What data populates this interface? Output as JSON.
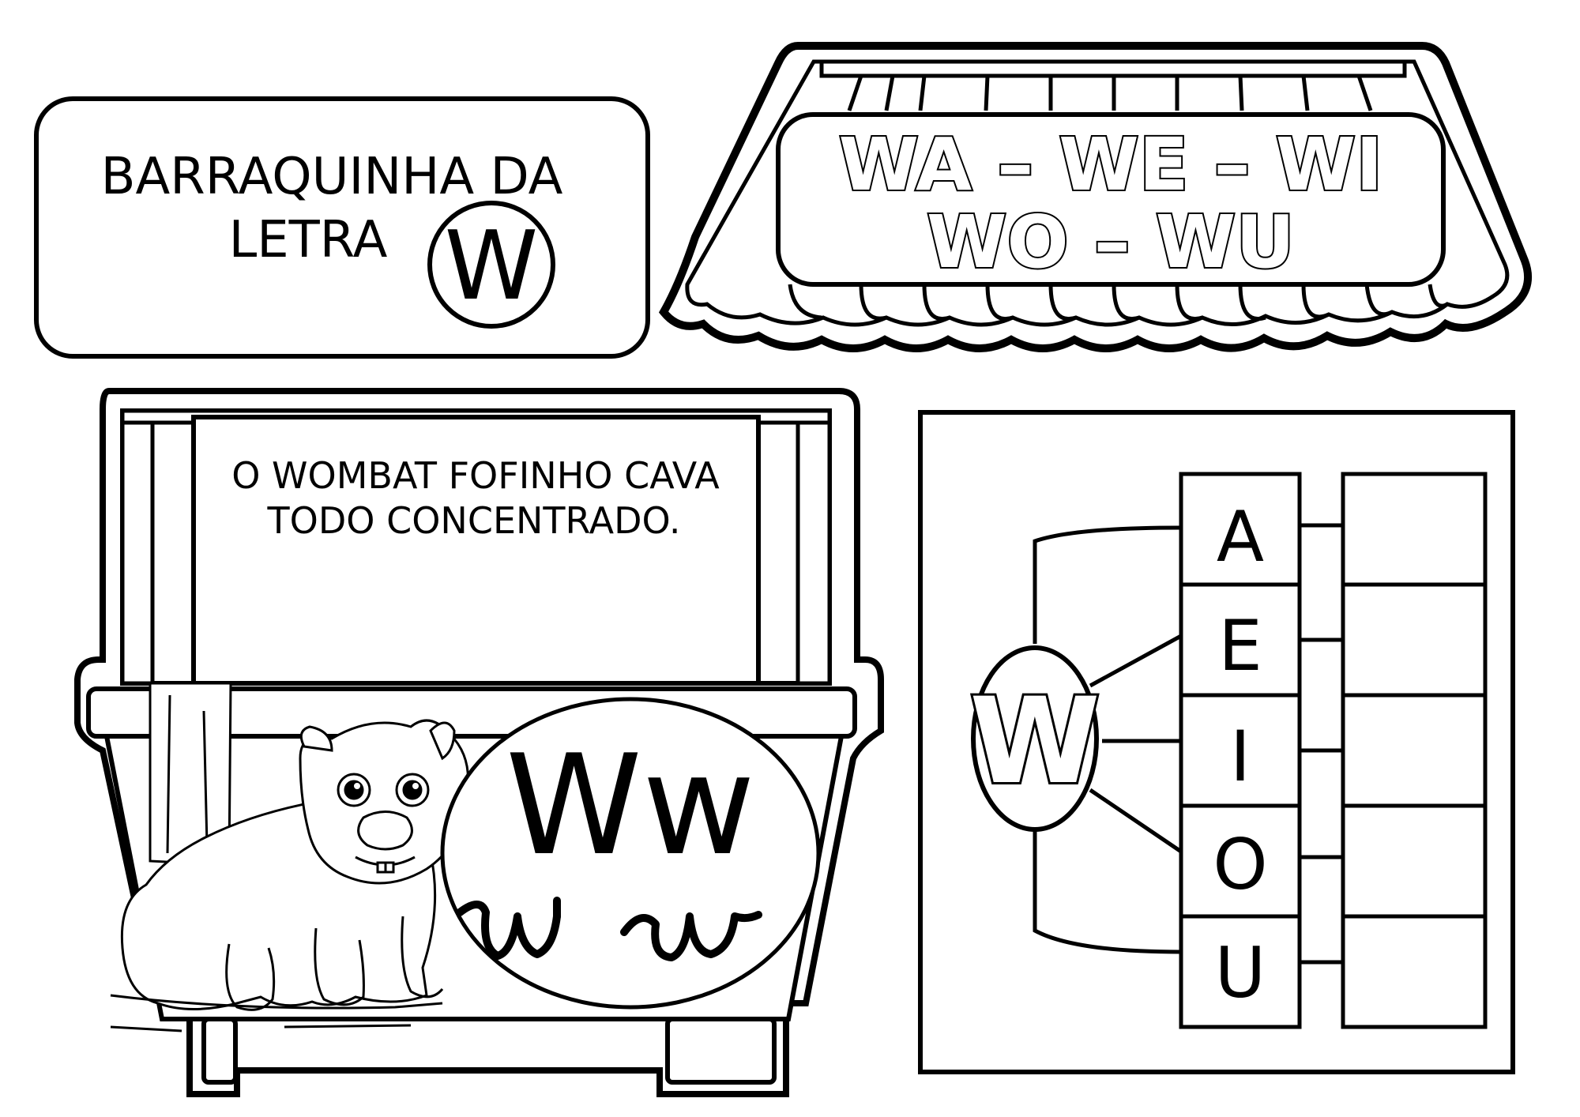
{
  "title_card": {
    "line1": "BARRAQUINHA DA",
    "line2": "LETRA",
    "letter": "W"
  },
  "awning": {
    "line1": "WA – WE – WI",
    "line2": "WO – WU"
  },
  "stall": {
    "sentence_line1": "O WOMBAT FOFINHO CAVA",
    "sentence_line2": "TODO CONCENTRADO.",
    "letter_print": "Ww",
    "letter_cursive": "𝓌 𝓌"
  },
  "syllable_diagram": {
    "consonant": "W",
    "vowels": [
      "A",
      "E",
      "I",
      "O",
      "U"
    ]
  }
}
